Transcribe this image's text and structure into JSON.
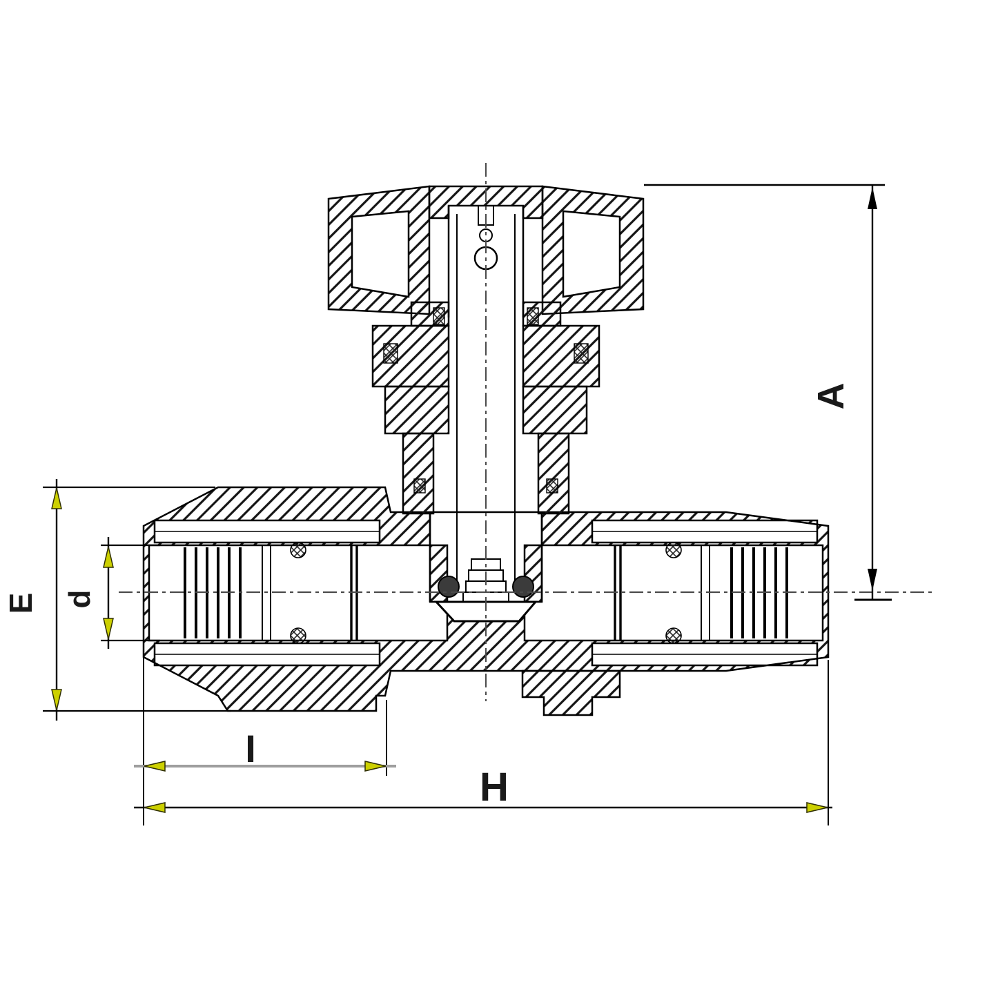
{
  "drawing": {
    "kind": "valve-cross-section-technical-drawing",
    "dimension_labels": {
      "a": "A",
      "e": "E",
      "d": "d",
      "i": "I",
      "h": "H"
    },
    "colors": {
      "line": "#000000",
      "hatch": "#151515",
      "arrow_accent_fill": "#ccd000",
      "arrow_accent_edge": "#2e2e00",
      "dim_line_gray": "#9e9e9e",
      "centerline": "#4a4a4a",
      "seal_dark": "#3b3b3b",
      "background": "#ffffff"
    }
  }
}
